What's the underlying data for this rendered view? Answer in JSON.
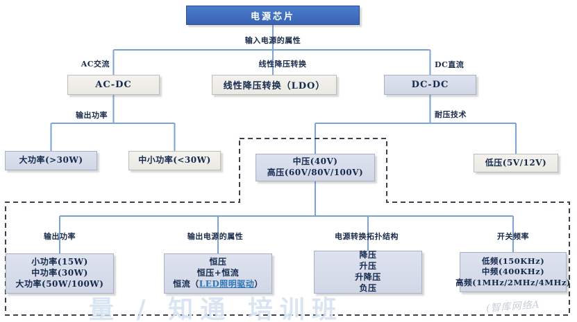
{
  "diagram": {
    "root": {
      "label": "电源芯片"
    },
    "edge_labels": {
      "input_attr": "输入电源的属性",
      "ac": "AC交流",
      "linear": "线性降压转换",
      "dc": "DC直流",
      "output_power_left": "输出功率",
      "withstand": "耐压技术",
      "output_power_bottom": "输出功率",
      "output_attr_bottom": "输出电源的属性",
      "topology": "电源转换拓扑结构",
      "switch_freq": "开关频率"
    },
    "nodes": {
      "acdc": {
        "label": "AC-DC"
      },
      "ldo": {
        "label": "线性降压转换（LDO）"
      },
      "dcdc": {
        "label": "DC-DC"
      },
      "high_power": {
        "label": "大功率(>30W)"
      },
      "mid_small_power": {
        "label": "中小功率(<30W)"
      },
      "mid_high_voltage": {
        "lines": [
          "中压(40V)",
          "高压(60V/80V/100V)"
        ]
      },
      "low_voltage": {
        "label": "低压(5V/12V)"
      },
      "power_tiers": {
        "lines": [
          "小功率(15W)",
          "中功率(30W)",
          "大功率(50W/100W)"
        ]
      },
      "output_attr": {
        "line1": "恒压",
        "line2": "恒压+恒流",
        "line3_prefix": "恒流（",
        "line3_link": "LED照明驱动",
        "line3_suffix": "）"
      },
      "topologies": {
        "lines": [
          "降压",
          "升压",
          "升降压",
          "负压"
        ]
      },
      "frequencies": {
        "lines": [
          "低频(150KHz)",
          "中频(400KHz)",
          "高频(1MHz/2MHz/4MHz)"
        ]
      }
    },
    "watermarks": {
      "bottom": "量 / 知通 培训班",
      "corner": "(智库网络A"
    },
    "colors": {
      "root_bg": "#3f6cc0",
      "blue_node_bg": "#d7dce9",
      "beige_node_bg": "#f0eee9",
      "connector": "#7ca3d6",
      "dashed_border": "#3a4050",
      "node_text": "#15294d",
      "link": "#2e75b6"
    }
  }
}
